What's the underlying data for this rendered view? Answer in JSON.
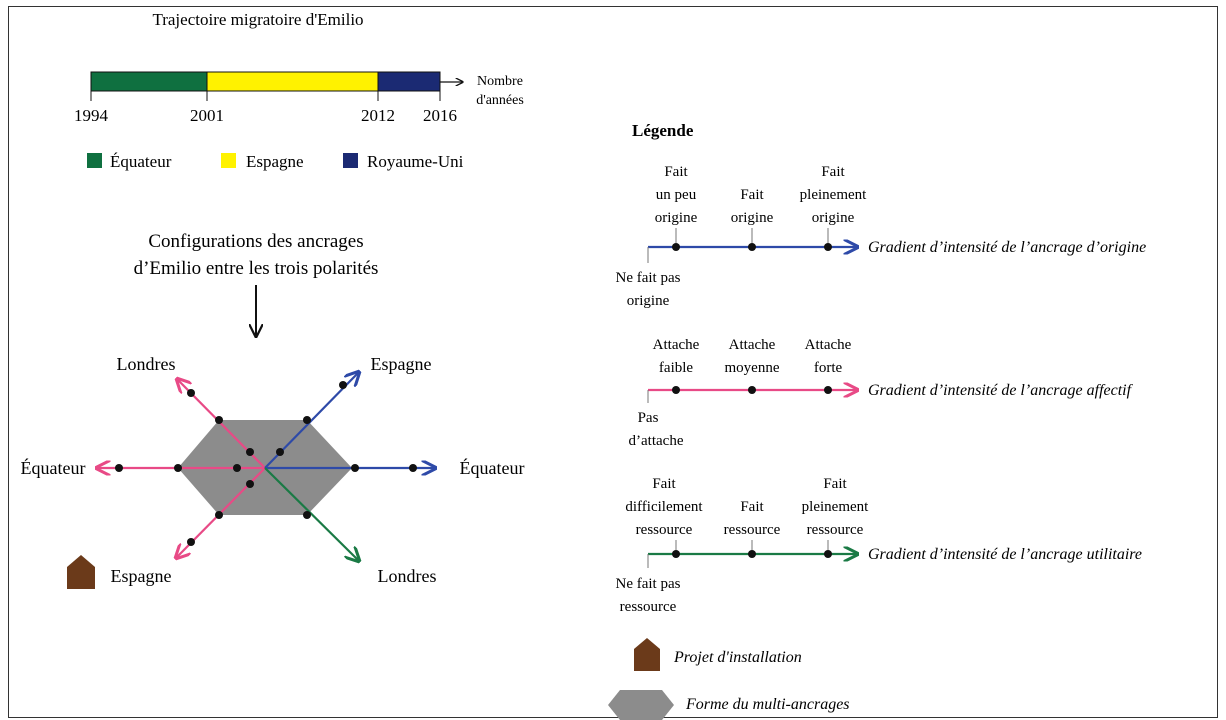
{
  "timeline": {
    "title": "Trajectoire migratoire d'Emilio",
    "axis_label_line1": "Nombre",
    "axis_label_line2": "d'années",
    "years": [
      "1994",
      "2001",
      "2012",
      "2016"
    ],
    "segments": [
      {
        "from": 1994,
        "to": 2001,
        "country": "Équateur",
        "color": "#0f7040"
      },
      {
        "from": 2001,
        "to": 2012,
        "country": "Espagne",
        "color": "#fff200"
      },
      {
        "from": 2012,
        "to": 2016,
        "country": "Royaume-Uni",
        "color": "#1b2a73"
      }
    ],
    "legend": [
      {
        "label": "Équateur",
        "color": "#0f7040"
      },
      {
        "label": "Espagne",
        "color": "#fff200"
      },
      {
        "label": "Royaume-Uni",
        "color": "#1b2a73"
      }
    ]
  },
  "configuration": {
    "title_line1": "Configurations des ancrages",
    "title_line2": "d’Emilio entre les trois polarités",
    "labels": {
      "left_upper": "Londres",
      "right_upper": "Espagne",
      "left": "Équateur",
      "right": "Équateur",
      "left_lower": "Espagne",
      "right_lower": "Londres"
    },
    "colors": {
      "origine": "#2e4aa8",
      "affectif": "#e84a86",
      "utilitaire": "#1a7a45",
      "hexagon": "#8c8c8c",
      "house": "#6b3a1a"
    }
  },
  "legend": {
    "title": "Légende",
    "gradients": [
      {
        "name": "Gradient d’intensité de l’ancrage d’origine",
        "color": "#2e4aa8",
        "zero_label_lines": [
          "Ne fait pas",
          "origine"
        ],
        "level_labels": [
          [
            "Fait",
            "un peu",
            "origine"
          ],
          [
            "Fait",
            "origine"
          ],
          [
            "Fait",
            "pleinement",
            "origine"
          ]
        ]
      },
      {
        "name": "Gradient d’intensité de l’ancrage affectif",
        "color": "#e84a86",
        "zero_label_lines": [
          "Pas",
          "d’attache"
        ],
        "level_labels": [
          [
            "Attache",
            "faible"
          ],
          [
            "Attache",
            "moyenne"
          ],
          [
            "Attache",
            "forte"
          ]
        ]
      },
      {
        "name": "Gradient d’intensité de l’ancrage utilitaire",
        "color": "#1a7a45",
        "zero_label_lines": [
          "Ne fait pas",
          "ressource"
        ],
        "level_labels": [
          [
            "Fait",
            "difficilement",
            "ressource"
          ],
          [
            "Fait",
            "ressource"
          ],
          [
            "Fait",
            "pleinement",
            "ressource"
          ]
        ]
      }
    ],
    "house_label": "Projet d'installation",
    "hexagon_label": "Forme du multi-ancrages"
  }
}
